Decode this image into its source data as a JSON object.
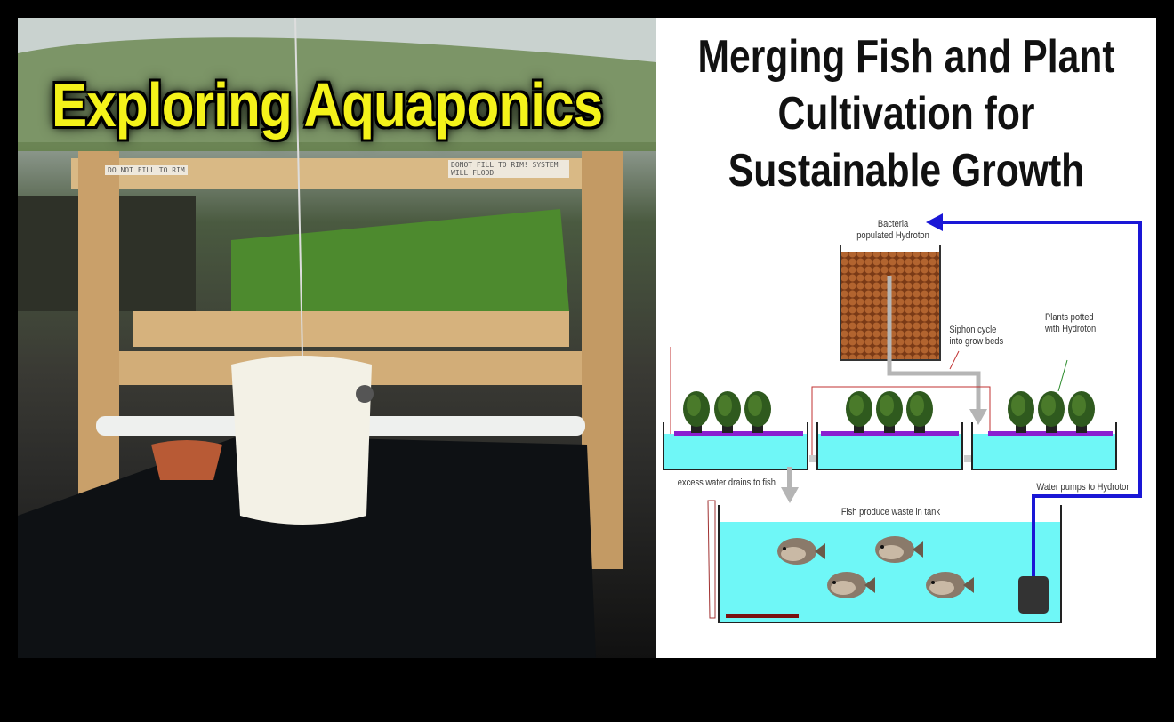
{
  "photo": {
    "title": "Exploring Aquaponics",
    "sign_left": "DO NOT FILL TO RIM",
    "sign_right": "DONOT FILL TO RIM! SYSTEM WILL FLOOD"
  },
  "diagram": {
    "title_lines": [
      "Merging Fish and Plant",
      "Cultivation for",
      "Sustainable Growth"
    ],
    "labels": {
      "bacteria": "Bacteria",
      "bacteria2": "populated Hydroton",
      "siphon": "Siphon cycle",
      "siphon2": "into grow beds",
      "plants": "Plants potted",
      "plants2": "with Hydroton",
      "drain": "excess water drains to fish",
      "pump": "Water pumps to Hydroton",
      "fish": "Fish produce waste in tank"
    },
    "colors": {
      "water": "#6ff7f7",
      "pipe": "#1a17d6",
      "media": "#a2582a",
      "bed_liner": "#8a1fd0",
      "siphon": "#b5b5b5"
    }
  }
}
